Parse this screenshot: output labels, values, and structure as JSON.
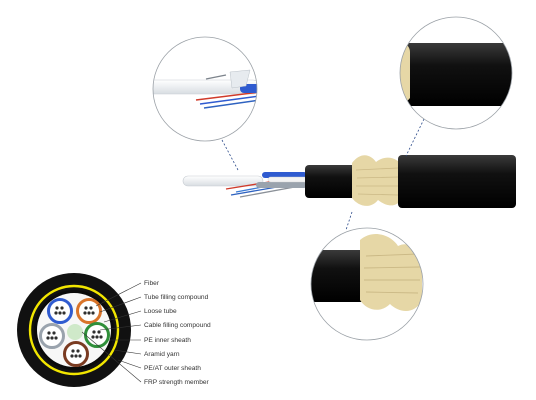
{
  "diagram": {
    "labels": [
      "Fiber",
      "Tube filling compound",
      "Loose tube",
      "Cable filling compound",
      "PE inner sheath",
      "Aramid yarn",
      "PE/AT outer sheath",
      "FRP strength member"
    ]
  },
  "colors": {
    "sheath": "#111111",
    "yarn": "#e6d7a6",
    "yellow_ring": "#f2e600",
    "tube_blue": "#2f5bd0",
    "tube_orange": "#d9742a",
    "tube_green": "#2f8f3a",
    "tube_brown": "#7a3b22",
    "tube_grey": "#9aa3ad",
    "frp": "#cfe9c9",
    "callout_line": "#2b4a8a"
  }
}
